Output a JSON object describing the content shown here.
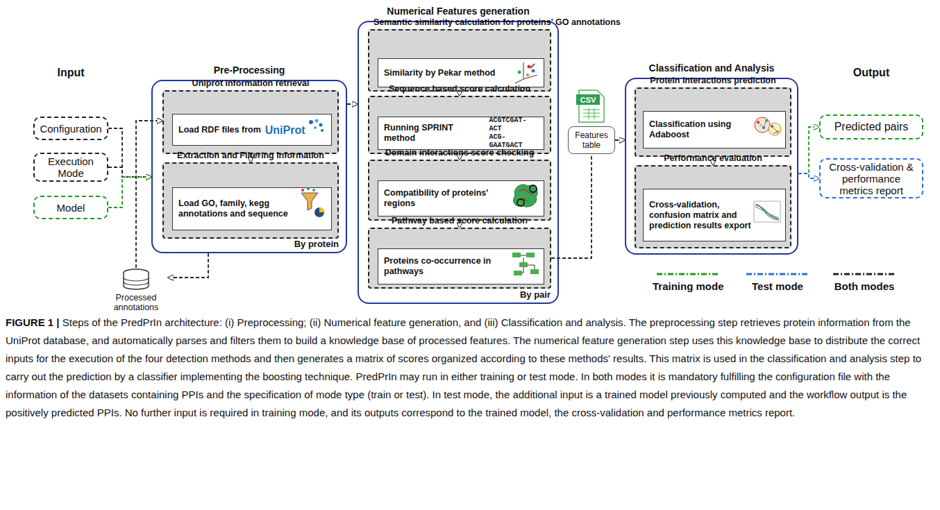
{
  "diagram": {
    "caption": "FIGURE 1 | Steps of the PredPrIn architecture: (i) Preprocessing; (ii) Numerical feature generation, and (iii) Classification and analysis. The preprocessing step retrieves protein information from the UniProt database, and automatically parses and filters them to build a knowledge base of processed features. The numerical feature generation step uses this knowledge base to distribute the correct inputs for the execution of the four detection methods and then generates a matrix of scores organized according to these methods' results. This matrix is used in the classification and analysis step to carry out the prediction by a classifier implementing the boosting technique. PredPrIn may run in either training or test mode. In both modes it is mandatory fulfilling the configuration file with the information of the datasets containing PPIs and the specification of mode type (train or test). In test mode, the additional input is a trained model previously computed and the workflow output is the positively predicted PPIs. No further input is required in training mode, and its outputs correspond to the trained model, the cross-validation and performance metrics report.",
    "nodes": [
      {
        "text": [
          "Configuration"
        ]
      },
      {
        "text": [
          "Execution Mode"
        ]
      },
      {
        "text": [
          "Model"
        ]
      },
      {
        "text": [
          "Pre-Processing",
          "By protein"
        ]
      },
      {
        "text": [
          "Uniprot information retrieval"
        ],
        "in": 3
      },
      {
        "text": [
          "Load RDF files from",
          "UniProt"
        ],
        "in": 4
      },
      {
        "text": [
          "Extraction and Filtering information"
        ],
        "in": 3
      },
      {
        "text": [
          "Load GO, family, kegg annotations and sequence"
        ],
        "in": 6
      },
      {
        "text": [
          "Processed annotations"
        ]
      },
      {
        "text": [
          "Numerical Features generation",
          "By pair"
        ]
      },
      {
        "text": [
          "Semantic similarity calculation for proteins' GO annotations"
        ],
        "in": 9
      },
      {
        "text": [
          "Similarity by Pekar method"
        ],
        "in": 10
      },
      {
        "text": [
          "Sequence based score calculation"
        ],
        "in": 9
      },
      {
        "text": [
          "Running SPRINT method",
          "ACGTCGAT-ACT",
          "ACG-GAATGACT"
        ],
        "in": 12
      },
      {
        "text": [
          "Domain interactions score checking"
        ],
        "in": 9
      },
      {
        "text": [
          "Compatibility of proteins' regions"
        ],
        "in": 14
      },
      {
        "text": [
          "Pathway based score calculation"
        ],
        "in": 9
      },
      {
        "text": [
          "Proteins co-occurrence in pathways"
        ],
        "in": 16
      },
      {
        "text": [
          "Features table"
        ]
      },
      {
        "text": [
          "Classification and Analysis"
        ]
      },
      {
        "text": [
          "Protein interactions prediction"
        ],
        "in": 19
      },
      {
        "text": [
          "Classification using Adaboost"
        ],
        "in": 20
      },
      {
        "text": [
          "Performance evaluation"
        ],
        "in": 19
      },
      {
        "text": [
          "Cross-validation, confusion matrix and prediction results export"
        ],
        "in": 22
      },
      {
        "text": [
          "Predicted pairs"
        ]
      },
      {
        "text": [
          "Cross-validation & performance metrics report"
        ]
      }
    ],
    "edges": [
      {
        "from": 0,
        "to": 3,
        "arrow": "to"
      },
      {
        "from": 1,
        "to": 3,
        "arrow": "to"
      },
      {
        "from": 2,
        "to": 3,
        "arrow": "to"
      },
      {
        "from": 8,
        "to": 4,
        "arrow": "to"
      },
      {
        "from": 3,
        "to": 8,
        "arrow": "to"
      },
      {
        "from": 4,
        "to": 6,
        "arrow": "to"
      },
      {
        "from": 3,
        "to": 9,
        "arrow": "to"
      },
      {
        "from": 10,
        "to": 12,
        "arrow": "to"
      },
      {
        "from": 12,
        "to": 14,
        "arrow": "to"
      },
      {
        "from": 14,
        "to": 16,
        "arrow": "to"
      },
      {
        "from": 16,
        "to": 18,
        "arrow": "none"
      },
      {
        "from": 18,
        "to": 19,
        "arrow": "to"
      },
      {
        "from": 20,
        "to": 22,
        "arrow": "to"
      },
      {
        "from": 19,
        "to": 24,
        "arrow": "to"
      },
      {
        "from": 19,
        "to": 25,
        "arrow": "to"
      }
    ],
    "labels": [
      "Input",
      "Output",
      "CSV"
    ],
    "legend": [
      {
        "text": "Training mode"
      },
      {
        "text": "Test mode"
      },
      {
        "text": "Both modes"
      }
    ]
  }
}
